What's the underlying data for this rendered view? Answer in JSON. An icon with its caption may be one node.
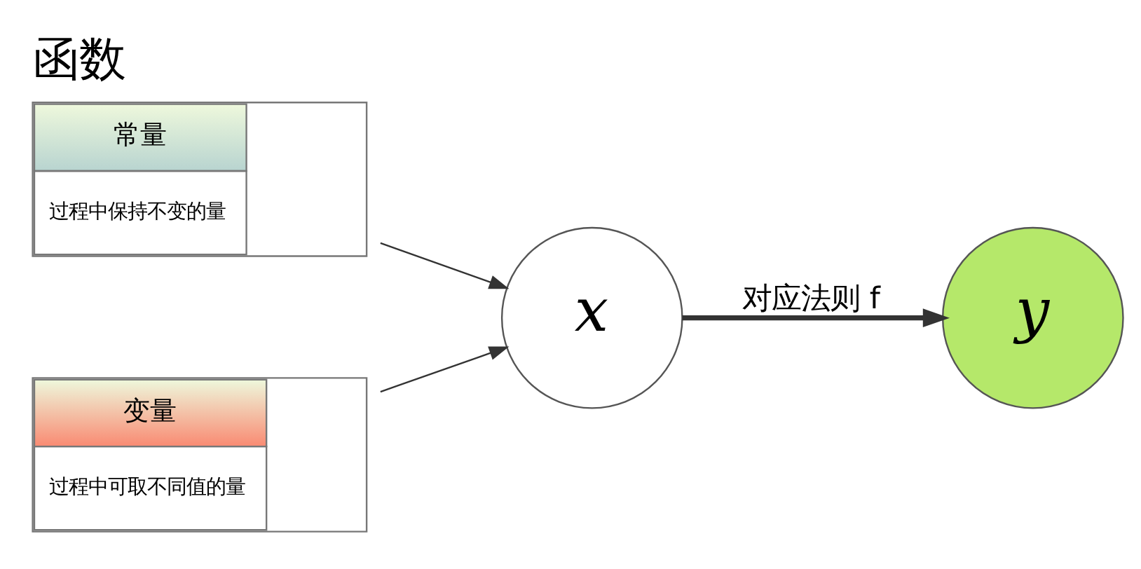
{
  "diagram": {
    "title": "函数",
    "nodes": [
      {
        "text": [
          "常量",
          "过程中保持不变的量"
        ]
      },
      {
        "text": [
          "变量",
          "过程中可取不同值的量"
        ]
      },
      {
        "text": [
          "x"
        ]
      },
      {
        "text": [
          "y"
        ]
      }
    ],
    "edges": [
      {
        "from": 0,
        "to": 2,
        "arrow": "to"
      },
      {
        "from": 1,
        "to": 2,
        "arrow": "to"
      },
      {
        "from": 2,
        "to": 3,
        "arrow": "to",
        "label": "对应法则 f",
        "style": "thick"
      }
    ]
  }
}
